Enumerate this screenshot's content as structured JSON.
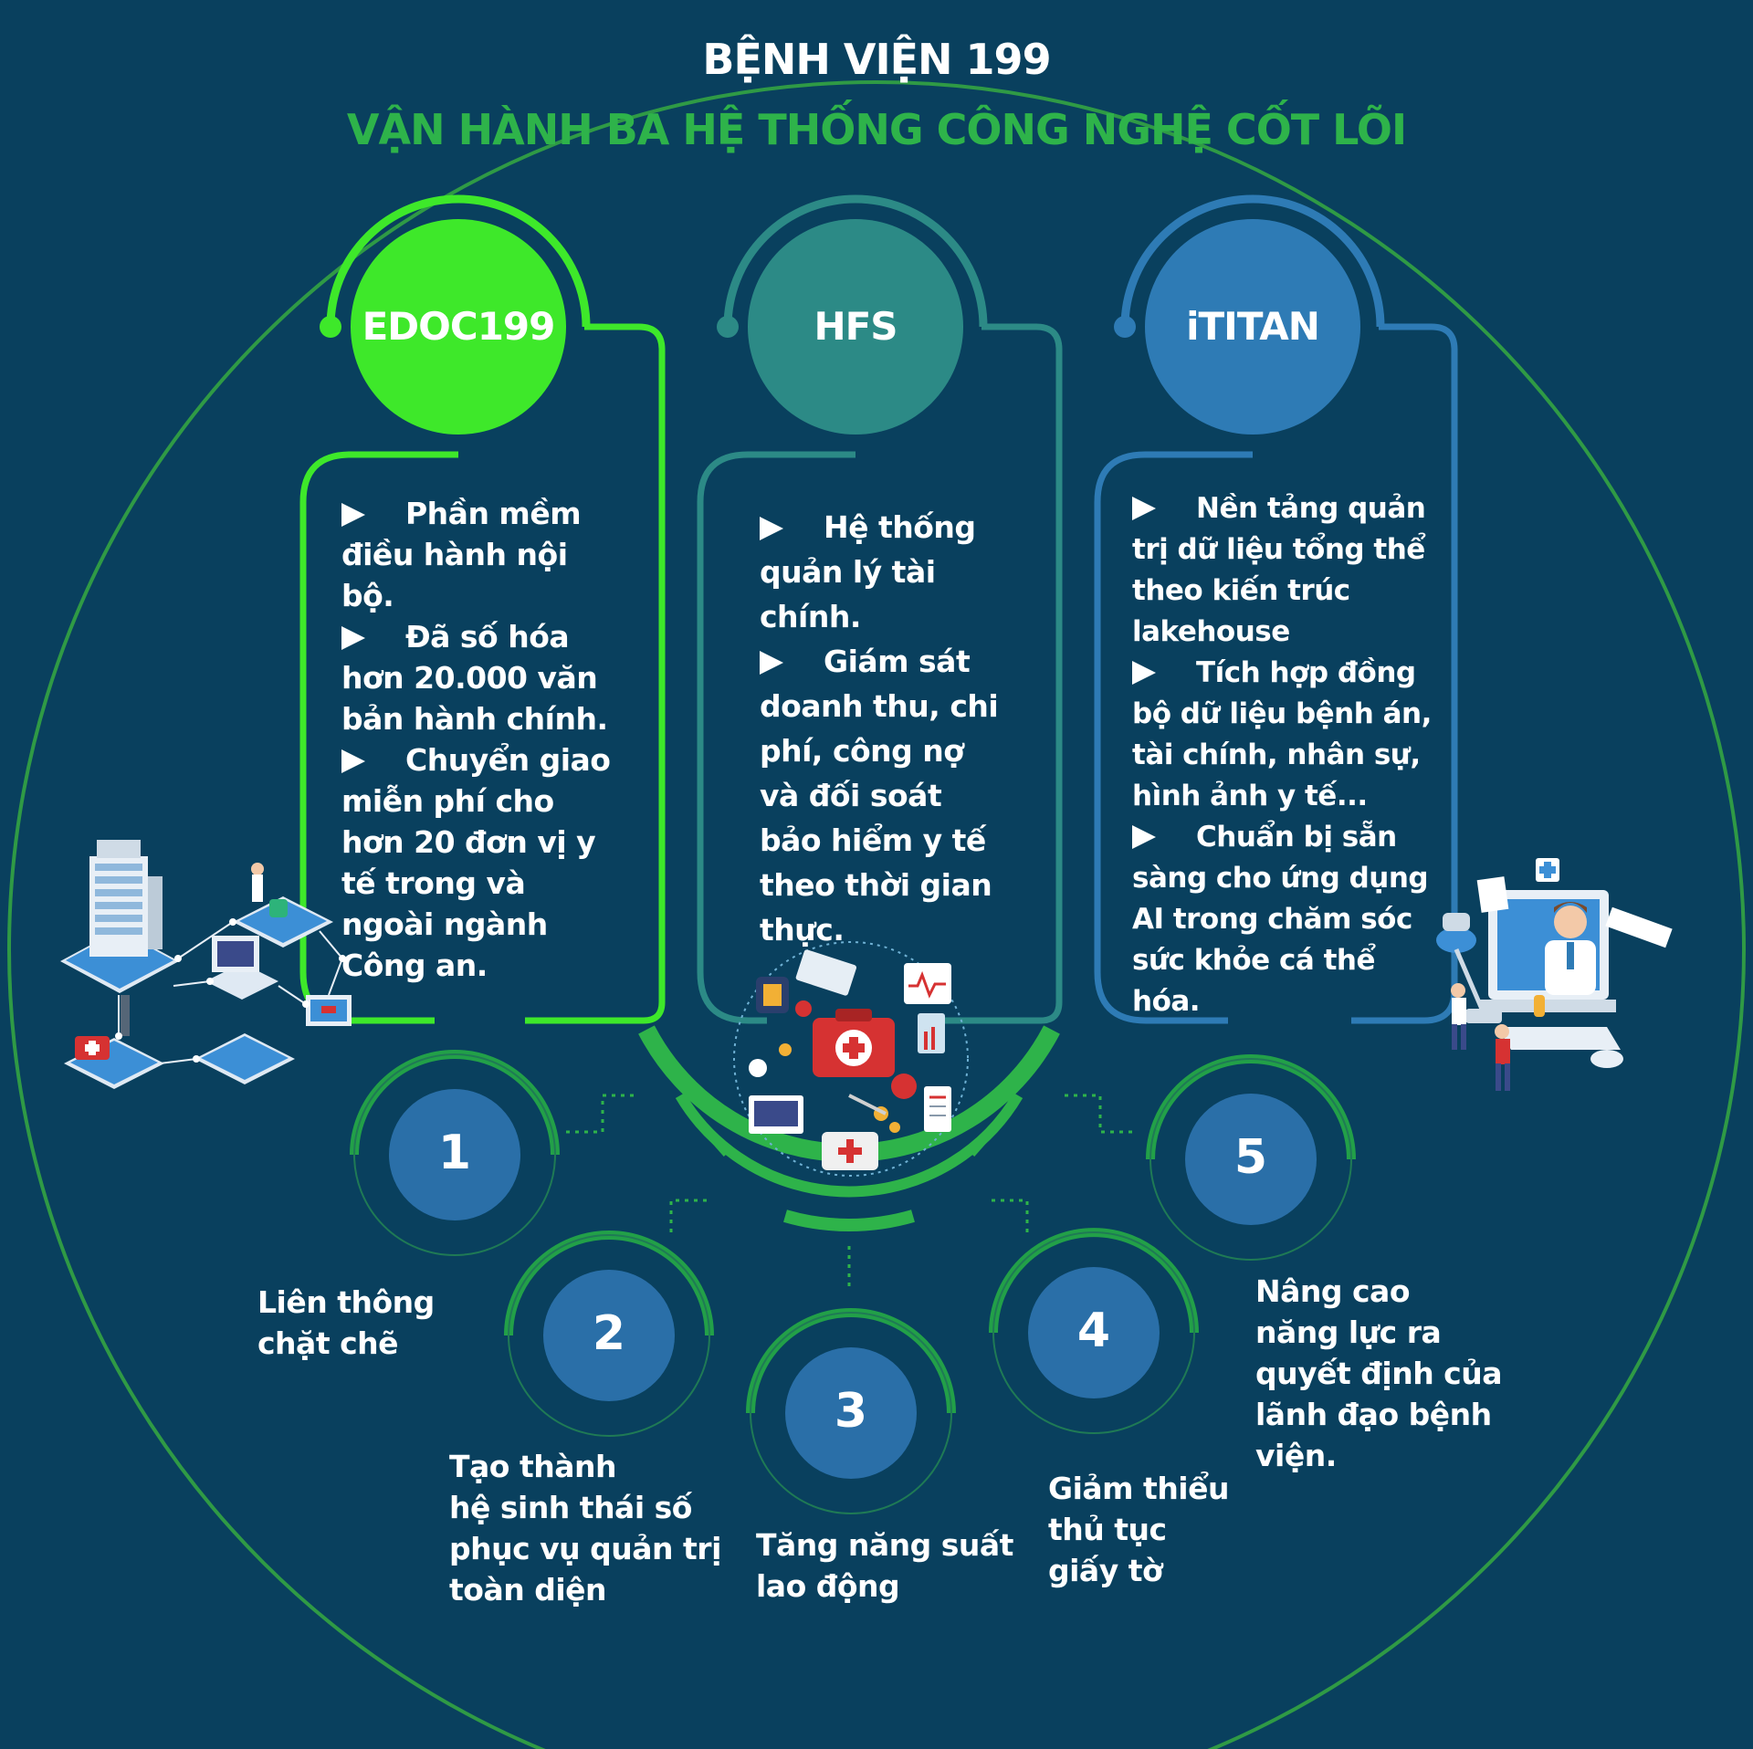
{
  "header": {
    "title": "BỆNH VIỆN 199",
    "subtitle": "VẬN HÀNH BA HỆ THỐNG CÔNG NGHỆ CỐT LÕI"
  },
  "colors": {
    "background": "#09405e",
    "edoc": "#3ee82a",
    "hfs": "#2c8a86",
    "ititan": "#2e7bb5",
    "accent_green": "#2eb34a",
    "number_circle": "#2a6fa8"
  },
  "systems": [
    {
      "name": "EDOC199",
      "items": [
        "Phần mềm điều hành nội bộ.",
        "Đã số hóa hơn 20.000 văn bản hành chính.",
        "Chuyển giao miễn phí cho hơn 20 đơn vị y tế trong và ngoài ngành Công an."
      ]
    },
    {
      "name": "HFS",
      "items": [
        "Hệ thống quản lý tài chính.",
        "Giám sát doanh thu, chi phí, công nợ và đối soát bảo hiểm y tế theo thời gian thực."
      ]
    },
    {
      "name": "iTITAN",
      "items": [
        "Nền tảng quản trị dữ liệu tổng thể theo kiến trúc lakehouse",
        "Tích hợp đồng bộ dữ liệu bệnh án, tài chính, nhân sự, hình ảnh y tế...",
        "Chuẩn bị sẵn sàng cho ứng dụng AI trong chăm sóc sức khỏe cá thể hóa."
      ]
    }
  ],
  "benefits": [
    {
      "number": "1",
      "text": "Liên thông\nchặt chẽ"
    },
    {
      "number": "2",
      "text": "Tạo thành\nhệ sinh thái số\nphục vụ quản trị\ntoàn diện"
    },
    {
      "number": "3",
      "text": "Tăng năng suất\nlao động"
    },
    {
      "number": "4",
      "text": "Giảm thiểu\nthủ tục\ngiấy tờ"
    },
    {
      "number": "5",
      "text": "Nâng cao\nnăng lực ra\nquyết định của\nlãnh đạo bệnh\nviện."
    }
  ],
  "illustrations": [
    "hospital-network-illustration",
    "medical-kit-illustration",
    "doctor-computer-illustration"
  ]
}
